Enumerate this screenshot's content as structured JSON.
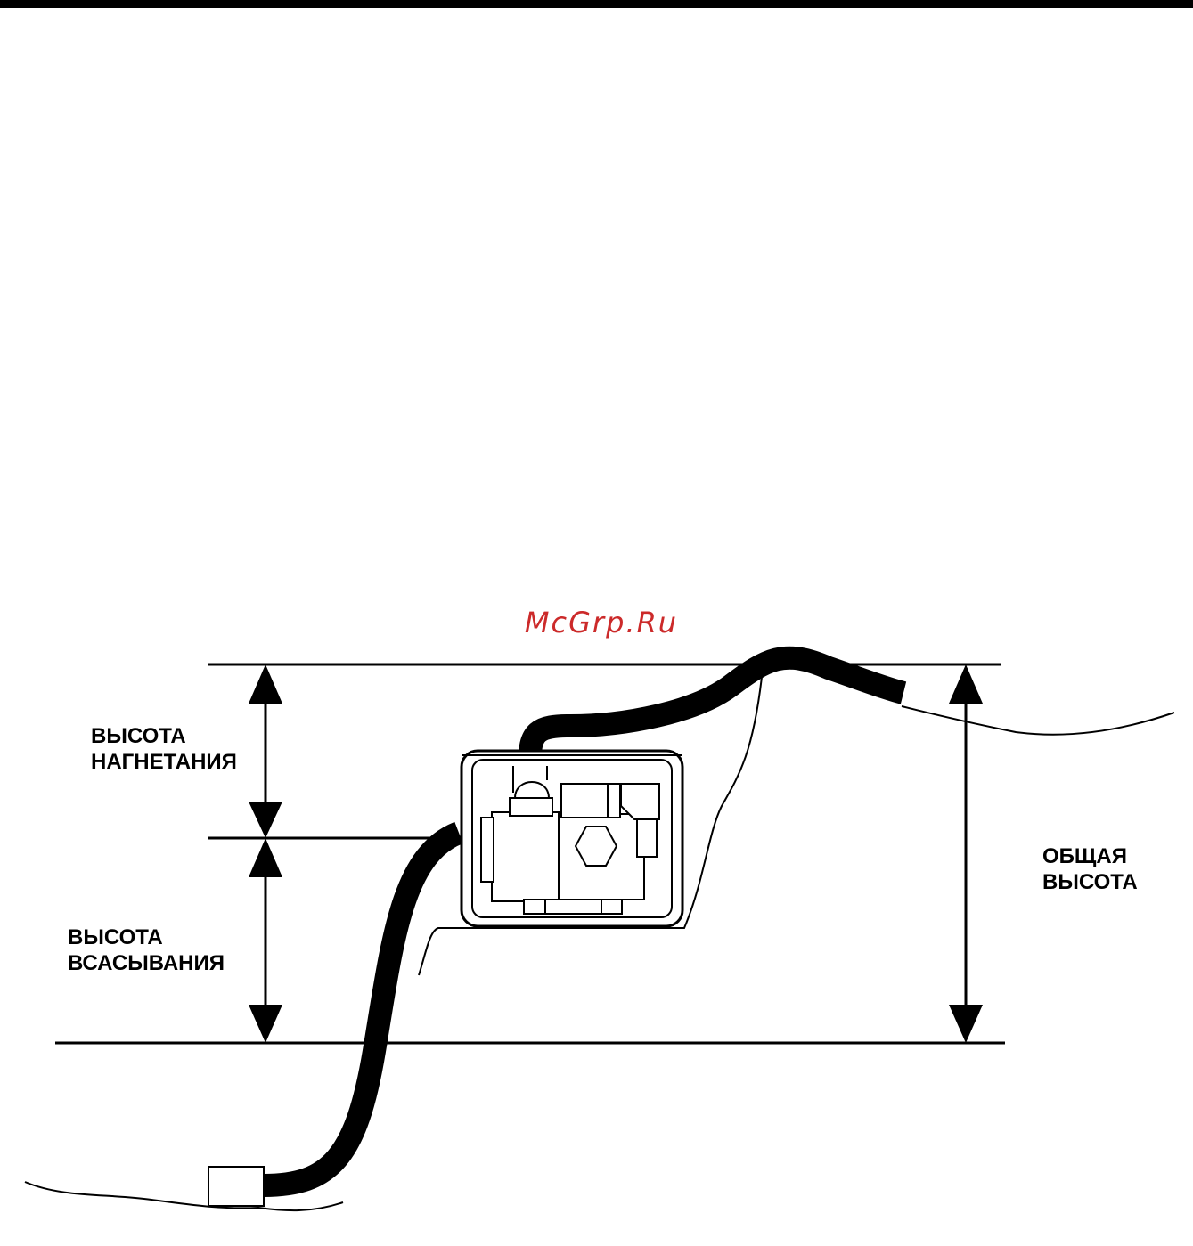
{
  "watermark": "McGrp.Ru",
  "labels": {
    "discharge_head": [
      "ВЫСОТА",
      "НАГНЕТАНИЯ"
    ],
    "suction_head": [
      "ВЫСОТА",
      "ВСАСЫВАНИЯ"
    ],
    "total_head": [
      "ОБЩАЯ",
      "ВЫСОТА"
    ]
  },
  "colors": {
    "ink": "#000000",
    "watermark": "#cc2a2a",
    "background": "#ffffff"
  }
}
